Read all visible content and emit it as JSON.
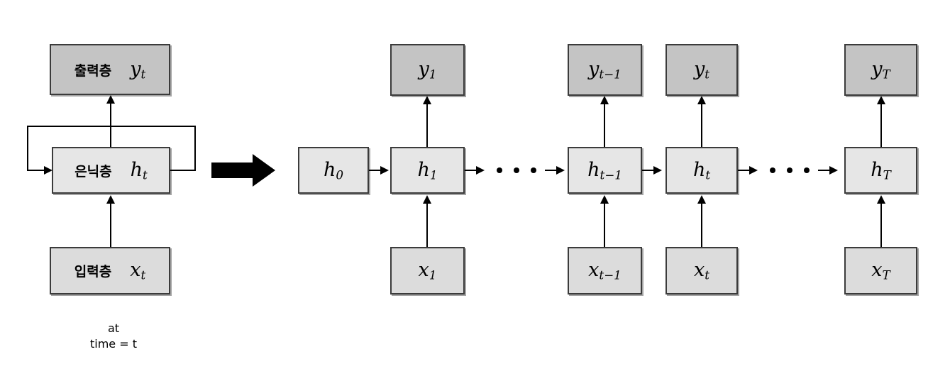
{
  "figure": {
    "type": "diagram",
    "subject": "recurrent-neural-network-unrolling",
    "background_color": "#ffffff",
    "colors": {
      "output_box_fill": "#c4c4c4",
      "hidden_box_fill": "#e6e6e6",
      "input_box_fill": "#dcdcdc",
      "box_border": "#3b3b3b",
      "connector": "#000000"
    }
  },
  "folded": {
    "output_layer": {
      "korean_label": "출력층",
      "symbol": "y",
      "subscript": "t"
    },
    "hidden_layer": {
      "korean_label": "은닉층",
      "symbol": "h",
      "subscript": "t"
    },
    "input_layer": {
      "korean_label": "입력층",
      "symbol": "x",
      "subscript": "t"
    },
    "caption_line1": "at",
    "caption_line2": "time = t"
  },
  "transform_arrow": {
    "icon": "thick-right-arrow-icon",
    "direction": "right"
  },
  "unrolled": {
    "initial_state": {
      "symbol": "h",
      "subscript": "0"
    },
    "steps": [
      {
        "id": "step-1",
        "output": {
          "symbol": "y",
          "subscript": "1"
        },
        "hidden": {
          "symbol": "h",
          "subscript": "1"
        },
        "input": {
          "symbol": "x",
          "subscript": "1"
        }
      },
      {
        "id": "step-t-minus-1",
        "output": {
          "symbol": "y",
          "subscript": "t−1"
        },
        "hidden": {
          "symbol": "h",
          "subscript": "t−1"
        },
        "input": {
          "symbol": "x",
          "subscript": "t−1"
        }
      },
      {
        "id": "step-t",
        "output": {
          "symbol": "y",
          "subscript": "t"
        },
        "hidden": {
          "symbol": "h",
          "subscript": "t"
        },
        "input": {
          "symbol": "x",
          "subscript": "t"
        }
      },
      {
        "id": "step-T",
        "output": {
          "symbol": "y",
          "subscript": "T"
        },
        "hidden": {
          "symbol": "h",
          "subscript": "T"
        },
        "input": {
          "symbol": "x",
          "subscript": "T"
        }
      }
    ],
    "ellipsis_groups": [
      {
        "id": "ellipsis-left",
        "dot_count": 3
      },
      {
        "id": "ellipsis-right",
        "dot_count": 3
      }
    ]
  }
}
